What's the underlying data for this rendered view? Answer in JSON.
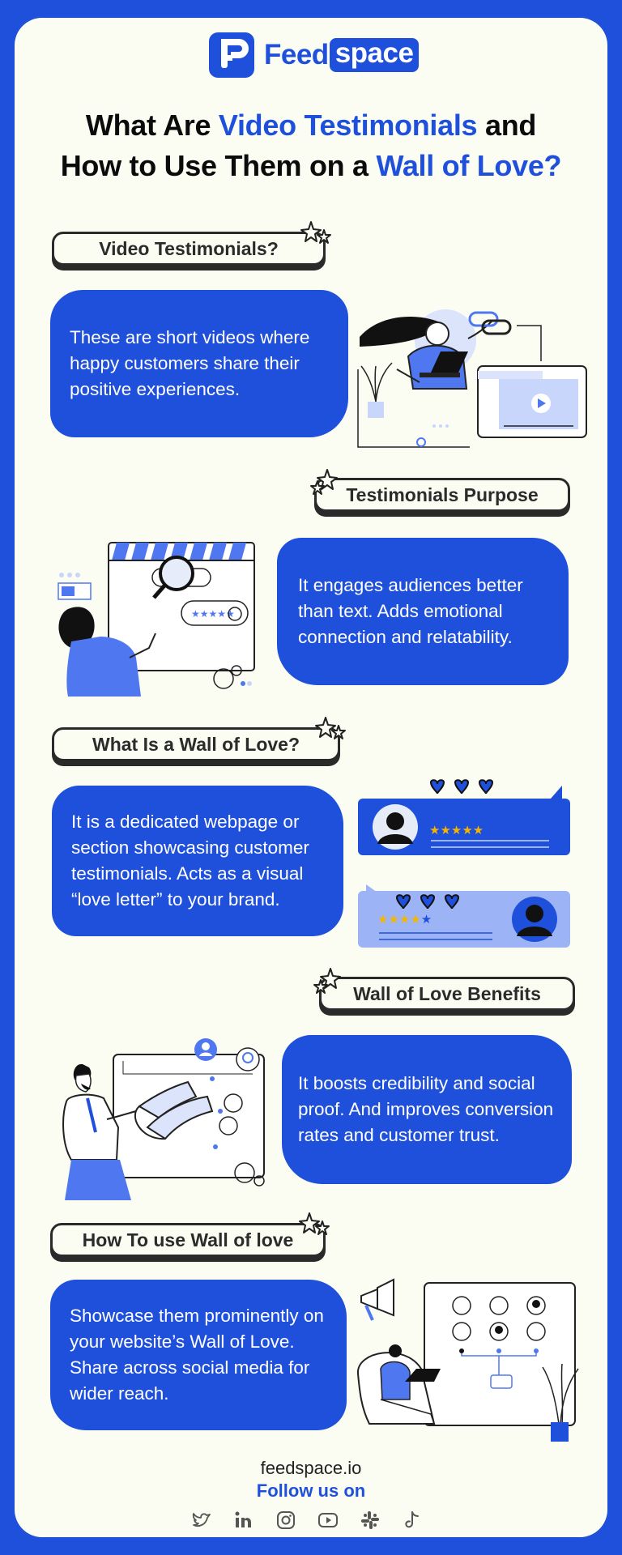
{
  "brand": {
    "name_part1": "Feed",
    "name_part2": "space",
    "color": "#1F50DC"
  },
  "headline": {
    "line1_a": "What Are ",
    "line1_b": "Video Testimonials",
    "line1_c": " and",
    "line2_a": "How to Use Them on a ",
    "line2_b": "Wall of Love?"
  },
  "sections": [
    {
      "title": "Video Testimonials?",
      "text": "These are short videos where happy customers share their positive experiences."
    },
    {
      "title": "Testimonials Purpose",
      "text": "It engages audiences better than text. Adds emotional connection and relatability."
    },
    {
      "title": "What Is a Wall of Love?",
      "text": "It is a dedicated webpage or section showcasing customer testimonials. Acts as a visual “love letter” to your brand."
    },
    {
      "title": "Wall of Love Benefits",
      "text": "It boosts credibility and social proof. And improves conversion rates and customer trust."
    },
    {
      "title": "How To use Wall of love",
      "text": "Showcase them prominently on your website’s Wall of Love. Share across social media for wider reach."
    }
  ],
  "review_cards": [
    {
      "rating": 5,
      "hearts": 3
    },
    {
      "rating": 4,
      "hearts": 3
    }
  ],
  "footer": {
    "site": "feedspace.io",
    "follow": "Follow us on",
    "socials": [
      "twitter-icon",
      "linkedin-icon",
      "instagram-icon",
      "youtube-icon",
      "slack-icon",
      "tiktok-icon"
    ]
  }
}
